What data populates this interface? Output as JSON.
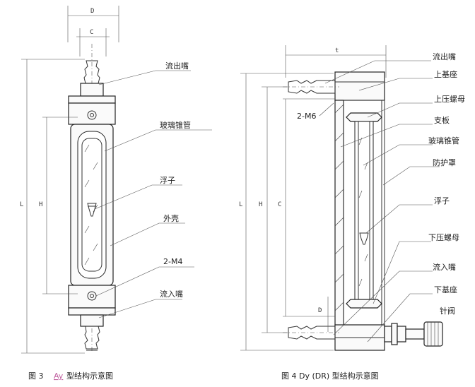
{
  "figure3": {
    "caption_prefix": "图 3",
    "caption_model": "Ay",
    "caption_suffix": "型结构示意图",
    "labels": {
      "outlet": "流出嘴",
      "glass_tube": "玻璃锥管",
      "float": "浮子",
      "shell": "外壳",
      "screw": "2-M4",
      "inlet": "流入嘴"
    },
    "dims": {
      "D": "D",
      "C": "C",
      "L": "L",
      "H": "H"
    }
  },
  "figure4": {
    "caption": "图 4  Dy (DR) 型结构示意图",
    "labels": {
      "outlet": "流出嘴",
      "upper_base": "上基座",
      "upper_nut": "上压螺母",
      "plate": "支板",
      "glass_tube": "玻璃锥管",
      "guard": "防护罩",
      "float": "浮子",
      "lower_nut": "下压螺母",
      "inlet": "流入嘴",
      "lower_base": "下基座",
      "needle_valve": "针阀",
      "screw": "2-M6"
    },
    "dims": {
      "t": "t",
      "L": "L",
      "H": "H",
      "C": "C",
      "D": "D"
    }
  },
  "colors": {
    "line": "#222222",
    "background": "#ffffff"
  }
}
